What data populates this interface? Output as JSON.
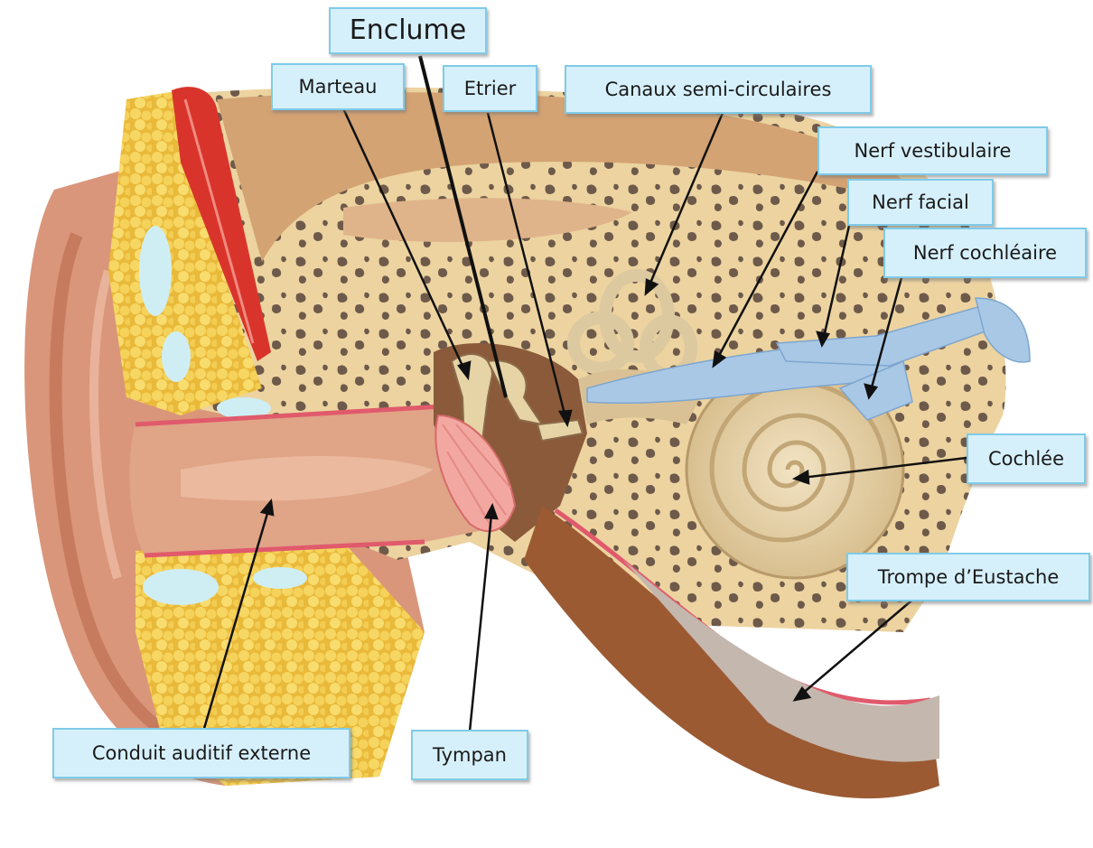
{
  "labels": {
    "enclume": "Enclume",
    "marteau": "Marteau",
    "etrier": "Etrier",
    "canaux": "Canaux semi-circulaires",
    "nerf_vestibulaire": "Nerf vestibulaire",
    "nerf_facial": "Nerf facial",
    "nerf_cochleaire": "Nerf cochléaire",
    "cochlee": "Cochlée",
    "trompe": "Trompe d’Eustache",
    "conduit": "Conduit auditif externe",
    "tympan": "Tympan"
  },
  "colors": {
    "label_fill": "#d6f0fb",
    "label_border": "#7fcbe8",
    "skin": "#d9967a",
    "bone": "#ecd3a0",
    "fat": "#f2cf5a",
    "muscle": "#d9342b",
    "nerve": "#a9c8e6",
    "tube": "#9b5a32"
  }
}
